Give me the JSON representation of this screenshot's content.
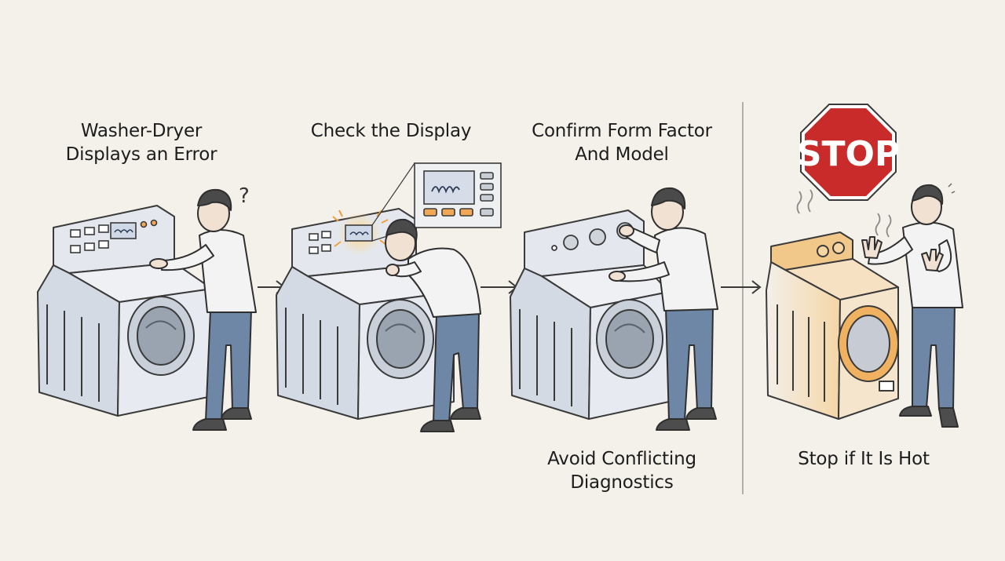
{
  "steps": [
    {
      "id": "step-1",
      "title_lines": [
        "Washer-Dryer",
        "Displays an Error"
      ],
      "caption_lines": []
    },
    {
      "id": "step-2",
      "title_lines": [
        "Check the Display"
      ],
      "caption_lines": []
    },
    {
      "id": "step-3",
      "title_lines": [
        "Confirm Form Factor",
        "And Model"
      ],
      "caption_lines": [
        "Avoid Conflicting",
        "Diagnostics"
      ]
    },
    {
      "id": "step-4",
      "title_lines": [],
      "caption_lines": [
        "Stop if It Is Hot"
      ]
    }
  ],
  "sign": {
    "text": "STOP",
    "color": "#c92a2a",
    "icon": "stop-sign-icon"
  },
  "annotations": {
    "question_mark": "?"
  },
  "colors": {
    "background": "#f4f1ea",
    "machine": "#dfe4ec",
    "machine_hot": "#f6dcb6",
    "shirt": "#f3f3f3",
    "jeans": "#6f87a6",
    "accent": "#f0a856"
  }
}
